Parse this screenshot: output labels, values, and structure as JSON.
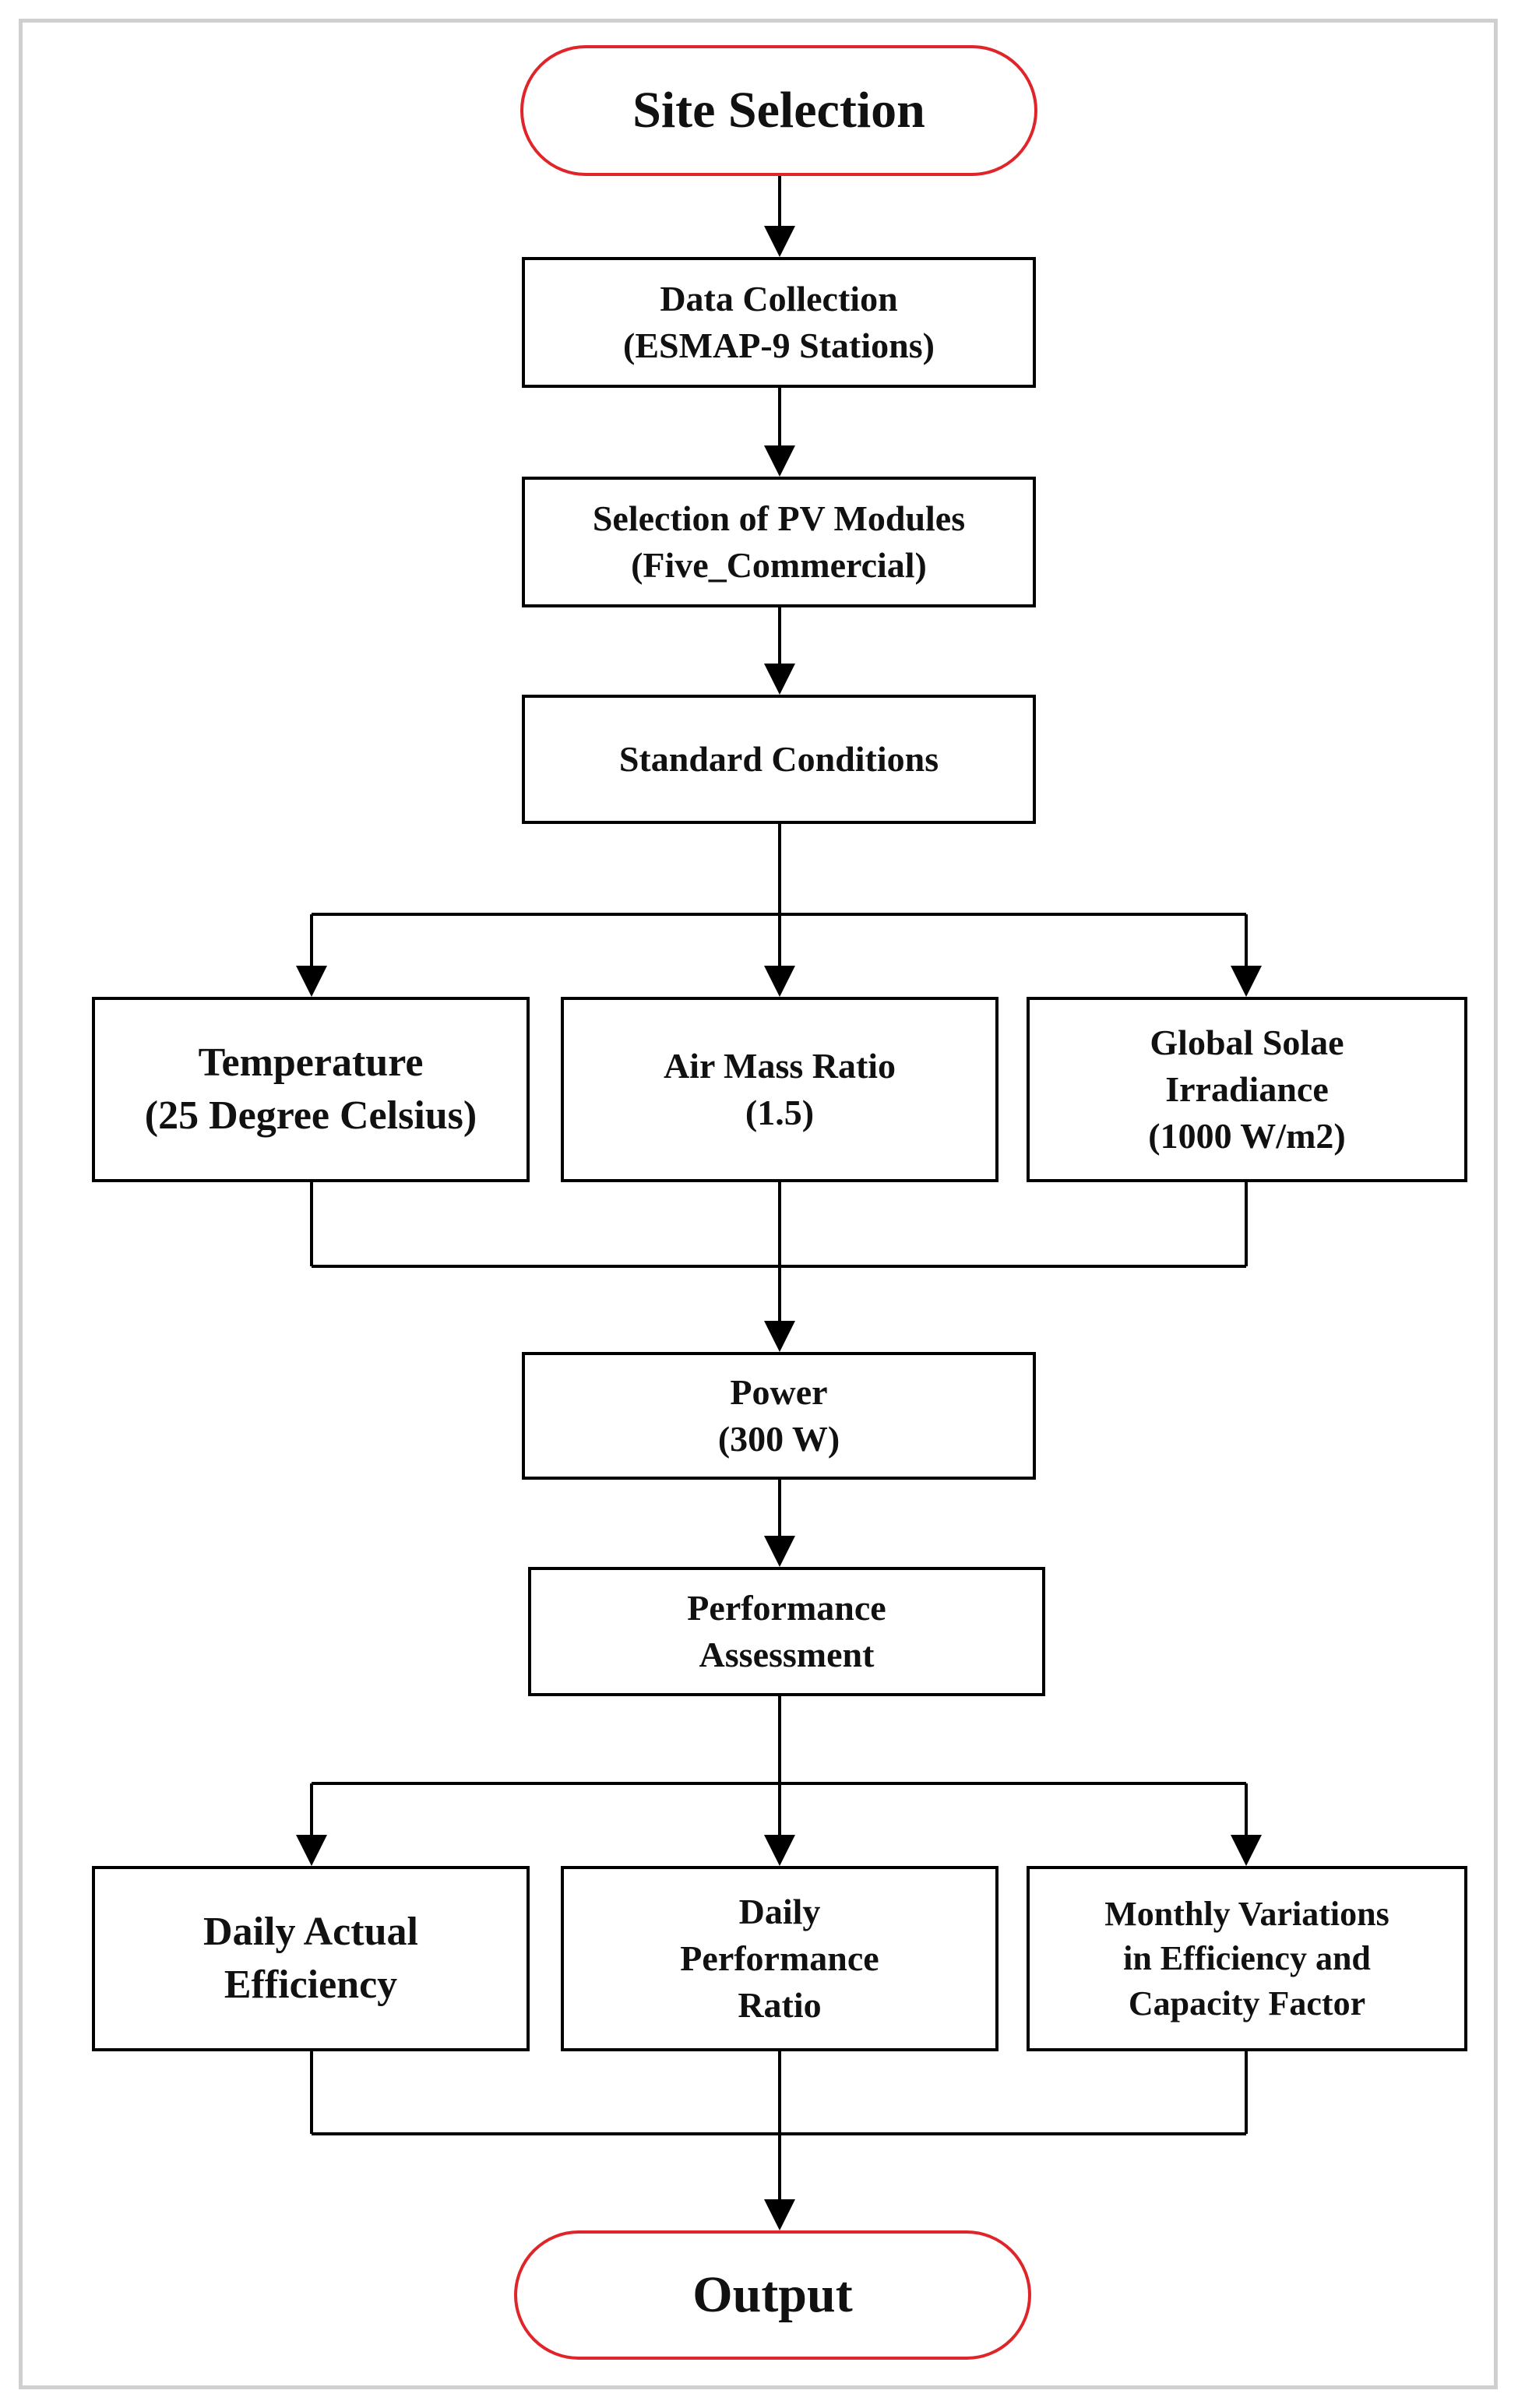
{
  "colors": {
    "terminal_border": "#e0252a",
    "box_border": "#000000",
    "frame_border": "#cfcfcf",
    "text": "#111111"
  },
  "nodes": {
    "site_selection": "Site Selection",
    "data_collection": "Data Collection\n(ESMAP-9 Stations)",
    "pv_modules": "Selection of PV Modules\n(Five_Commercial)",
    "standard_conditions": "Standard Conditions",
    "temperature": "Temperature\n(25 Degree Celsius)",
    "air_mass": "Air Mass Ratio\n(1.5)",
    "irradiance": "Global Solae\nIrradiance\n(1000 W/m2)",
    "power": "Power\n(300 W)",
    "performance_assessment": "Performance\nAssessment",
    "daily_efficiency": "Daily Actual\nEfficiency",
    "daily_performance_ratio": "Daily\nPerformance\nRatio",
    "monthly_variations": "Monthly Variations\nin Efficiency and\nCapacity Factor",
    "output": "Output"
  },
  "edges": [
    [
      "site_selection",
      "data_collection"
    ],
    [
      "data_collection",
      "pv_modules"
    ],
    [
      "pv_modules",
      "standard_conditions"
    ],
    [
      "standard_conditions",
      "temperature"
    ],
    [
      "standard_conditions",
      "air_mass"
    ],
    [
      "standard_conditions",
      "irradiance"
    ],
    [
      "temperature",
      "power"
    ],
    [
      "air_mass",
      "power"
    ],
    [
      "irradiance",
      "power"
    ],
    [
      "power",
      "performance_assessment"
    ],
    [
      "performance_assessment",
      "daily_efficiency"
    ],
    [
      "performance_assessment",
      "daily_performance_ratio"
    ],
    [
      "performance_assessment",
      "monthly_variations"
    ],
    [
      "daily_efficiency",
      "output"
    ],
    [
      "daily_performance_ratio",
      "output"
    ],
    [
      "monthly_variations",
      "output"
    ]
  ]
}
